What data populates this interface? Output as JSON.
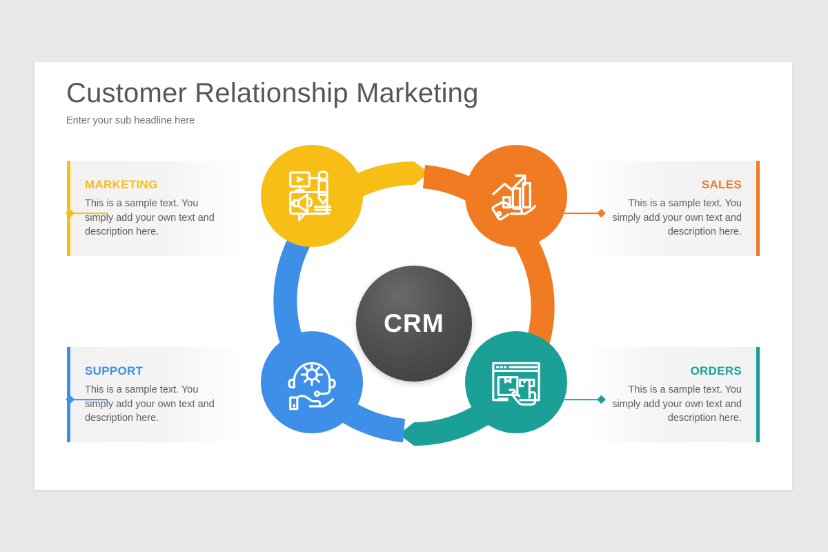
{
  "slide": {
    "title": "Customer Relationship Marketing",
    "subtitle": "Enter your sub headline here"
  },
  "center": {
    "label": "CRM"
  },
  "colors": {
    "marketing": "#f7be15",
    "sales": "#f07b22",
    "orders": "#1ba098",
    "support": "#3d8fe8",
    "center_dark": "#4a4a4a",
    "title_text": "#575757",
    "body_text": "#5d5d5d",
    "card_bg": "#f2f2f2",
    "canvas": "#e9e8e8"
  },
  "cards": [
    {
      "key": "marketing",
      "title": "MARKETING",
      "body": "This is a sample text. You simply add your own text and description here.",
      "color": "#f7be15",
      "align": "left",
      "icon": "marketing-megaphone-icon"
    },
    {
      "key": "sales",
      "title": "SALES",
      "body": "This is a sample text. You simply add your own text and description here.",
      "color": "#f07b22",
      "align": "right",
      "icon": "sales-growth-hand-icon"
    },
    {
      "key": "support",
      "title": "SUPPORT",
      "body": "This is a sample text. You simply add your own text and description here.",
      "color": "#3d8fe8",
      "align": "left",
      "icon": "support-headset-gear-icon"
    },
    {
      "key": "orders",
      "title": "ORDERS",
      "body": "This is a sample text. You simply add your own text and description here.",
      "color": "#1ba098",
      "align": "right",
      "icon": "orders-browser-package-icon"
    }
  ]
}
